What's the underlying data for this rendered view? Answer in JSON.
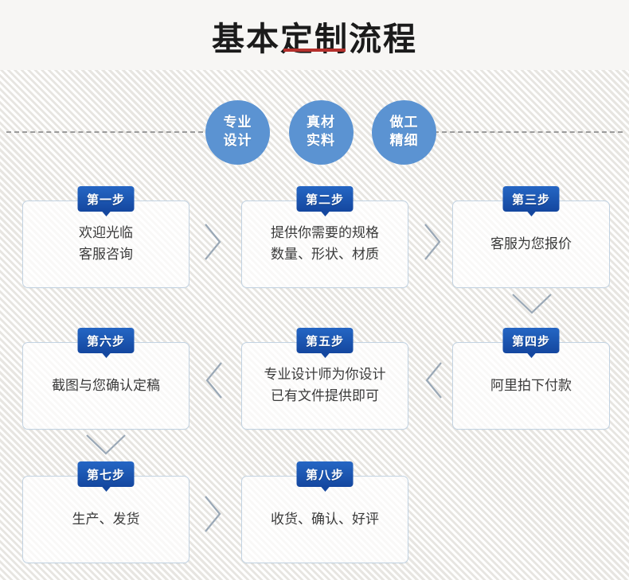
{
  "page": {
    "title": "基本定制流程",
    "accent_red": "#b5302c",
    "badge_blue": "#14479f",
    "circle_blue": "#5b93d2",
    "box_border": "#c3d3e2"
  },
  "highlights": [
    {
      "line1": "专业",
      "line2": "设计"
    },
    {
      "line1": "真材",
      "line2": "实料"
    },
    {
      "line1": "做工",
      "line2": "精细"
    }
  ],
  "steps": [
    {
      "badge": "第一步",
      "line1": "欢迎光临",
      "line2": "客服咨询"
    },
    {
      "badge": "第二步",
      "line1": "提供你需要的规格",
      "line2": "数量、形状、材质"
    },
    {
      "badge": "第三步",
      "line1": "客服为您报价",
      "line2": ""
    },
    {
      "badge": "第四步",
      "line1": "阿里拍下付款",
      "line2": ""
    },
    {
      "badge": "第五步",
      "line1": "专业设计师为你设计",
      "line2": "已有文件提供即可"
    },
    {
      "badge": "第六步",
      "line1": "截图与您确认定稿",
      "line2": ""
    },
    {
      "badge": "第七步",
      "line1": "生产、发货",
      "line2": ""
    },
    {
      "badge": "第八步",
      "line1": "收货、确认、好评",
      "line2": ""
    }
  ],
  "connectors": [
    {
      "name": "arrow-step1-to-step2",
      "direction": "right"
    },
    {
      "name": "arrow-step2-to-step3",
      "direction": "right"
    },
    {
      "name": "arrow-step3-to-step4",
      "direction": "down"
    },
    {
      "name": "arrow-step4-to-step5",
      "direction": "left"
    },
    {
      "name": "arrow-step5-to-step6",
      "direction": "left"
    },
    {
      "name": "arrow-step6-to-step7",
      "direction": "down"
    },
    {
      "name": "arrow-step7-to-step8",
      "direction": "right"
    }
  ]
}
